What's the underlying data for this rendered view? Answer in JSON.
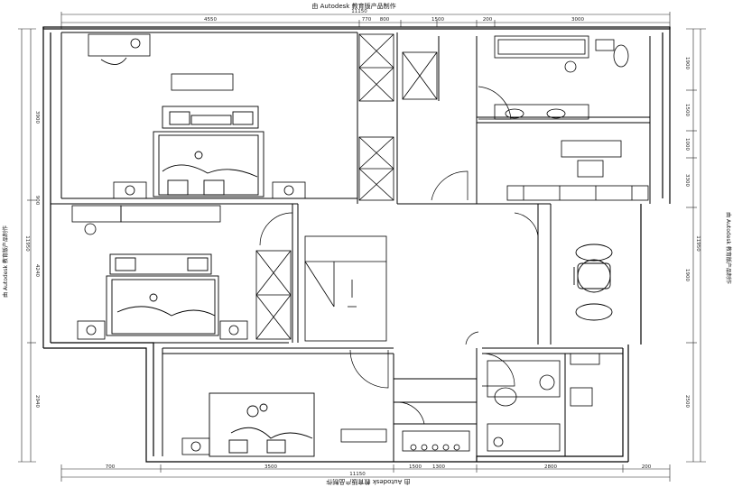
{
  "watermark": {
    "top": "由 Autodesk 教育版产品制作",
    "bottom": "由 Autodesk 教育版产品制作",
    "left": "由 Autodesk 教育版产品制作",
    "right": "由 Autodesk 教育版产品制作"
  },
  "dimensions": {
    "top_total": "11150",
    "top_segments": [
      "4550",
      "770",
      "800",
      "1500",
      "200",
      "3000"
    ],
    "bottom_total": "11150",
    "bottom_segments": [
      "700",
      "3500",
      "1500",
      "1300",
      "2800",
      "200"
    ],
    "left_segments": [
      "3900",
      "900",
      "4240",
      "2940"
    ],
    "left_total": "11950",
    "right_segments": [
      "1900",
      "1500",
      "1000",
      "3300",
      "1900",
      "2500"
    ],
    "right_total": "11950"
  }
}
